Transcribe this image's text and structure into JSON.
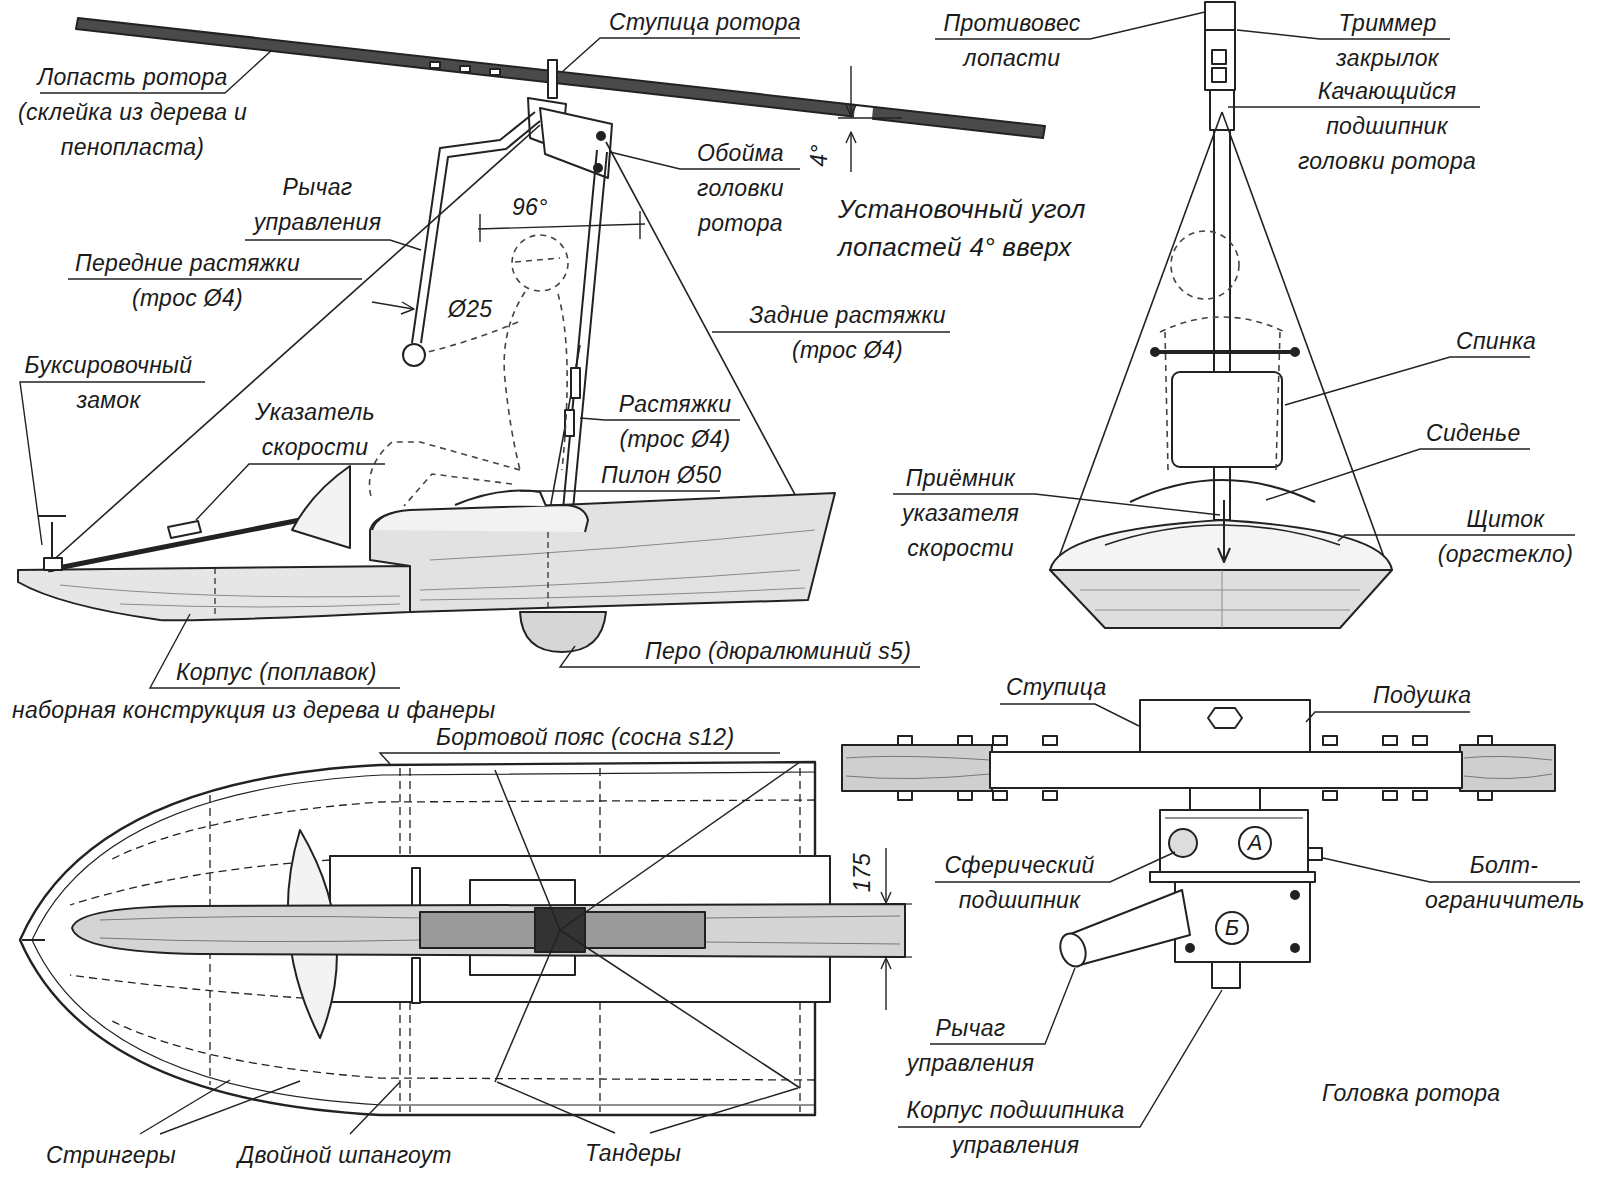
{
  "diagram": {
    "nodes": [
      {
        "text": [
          "А"
        ]
      },
      {
        "text": [
          "Б"
        ]
      }
    ],
    "labels": [
      "Ступица ротора",
      "Лопасть ротора (склейка из дерева и пенопласта)",
      "Противовес лопасти",
      "Триммер закрылок",
      "Качающийся подшипник головки ротора",
      "Рычаг управления",
      "Обойма головки ротора",
      "4°",
      "Установочный угол лопастей 4° вверх",
      "96°",
      "Передние растяжки (трос Ø4)",
      "Ø25",
      "Задние растяжки (трос Ø4)",
      "Спинка",
      "Буксировочный замок",
      "Указатель скорости",
      "Растяжки (трос Ø4)",
      "Сиденье",
      "Пилон Ø50",
      "Приёмник указателя скорости",
      "Щиток (оргстекло)",
      "Перо (дюралюминий s5)",
      "Корпус (поплавок)",
      "наборная конструкция из дерева и фанеры",
      "Бортовой пояс (сосна s12)",
      "175",
      "Ступица",
      "Подушка",
      "Сферический подшипник",
      "Болт-ограничитель",
      "Рычаг управления",
      "Корпус подшипника управления",
      "Головка ротора",
      "Стрингеры",
      "Двойной шпангоут",
      "Тандеры"
    ]
  }
}
